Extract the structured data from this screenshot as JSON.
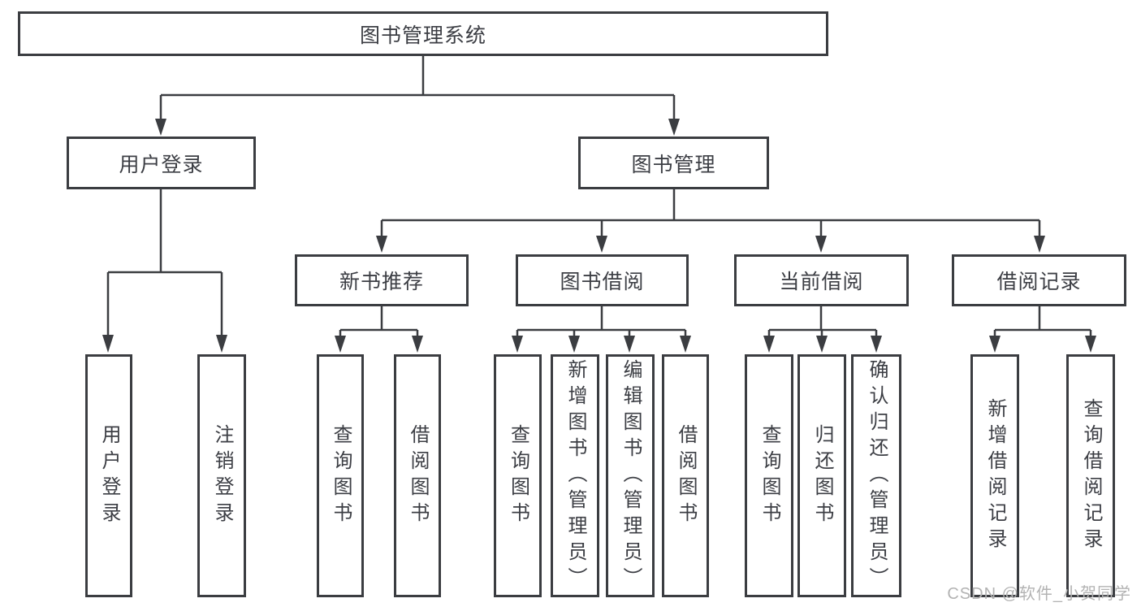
{
  "tree": {
    "root": {
      "label": "图书管理系统",
      "children": [
        {
          "label": "用户登录",
          "children": [
            {
              "label": "用户登录"
            },
            {
              "label": "注销登录"
            }
          ]
        },
        {
          "label": "图书管理",
          "children": [
            {
              "label": "新书推荐",
              "children": [
                {
                  "label": "查询图书"
                },
                {
                  "label": "借阅图书"
                }
              ]
            },
            {
              "label": "图书借阅",
              "children": [
                {
                  "label": "查询图书"
                },
                {
                  "label": "新增图书（管理员）"
                },
                {
                  "label": "编辑图书（管理员）"
                },
                {
                  "label": "借阅图书"
                }
              ]
            },
            {
              "label": "当前借阅",
              "children": [
                {
                  "label": "查询图书"
                },
                {
                  "label": "归还图书"
                },
                {
                  "label": "确认归还（管理员）"
                }
              ]
            },
            {
              "label": "借阅记录",
              "children": [
                {
                  "label": "新增借阅记录"
                },
                {
                  "label": "查询借阅记录"
                }
              ]
            }
          ]
        }
      ]
    }
  },
  "watermark": {
    "text": "CSDN @软件_小贺同学"
  },
  "colors": {
    "line": "#3b3d41",
    "text": "#3c3e44",
    "background": "#ffffff",
    "watermark": "#b3b3b3"
  }
}
